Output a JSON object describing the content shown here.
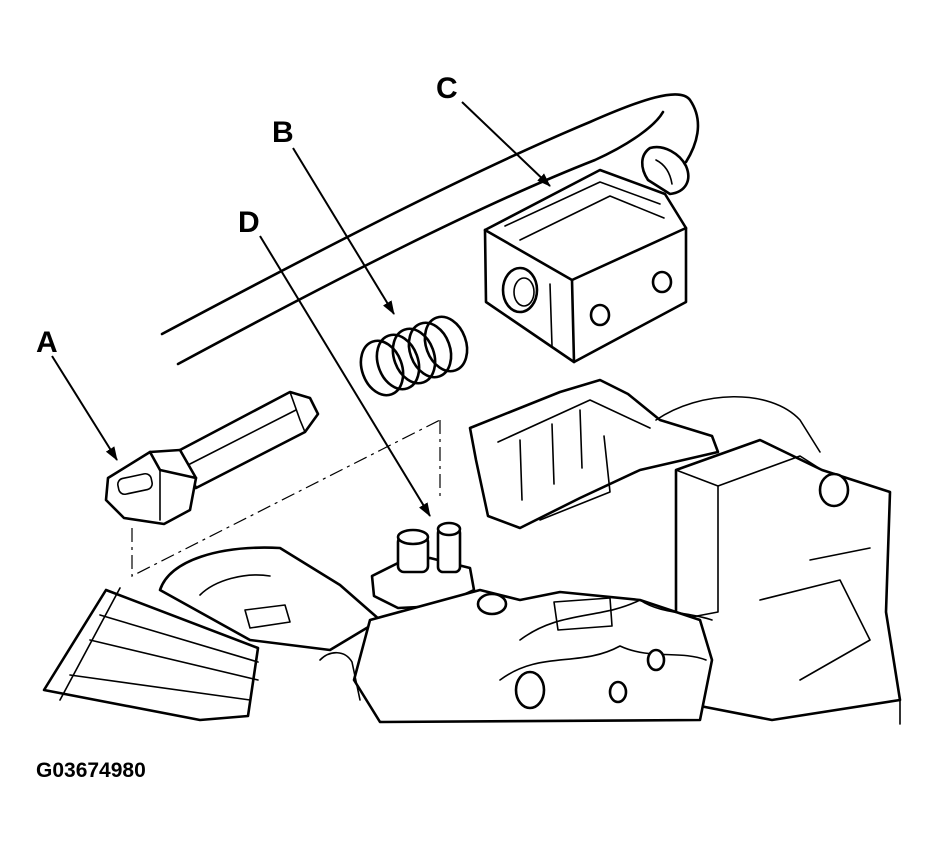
{
  "callouts": {
    "a": "A",
    "b": "B",
    "c": "C",
    "d": "D"
  },
  "figure_id": "G03674980"
}
